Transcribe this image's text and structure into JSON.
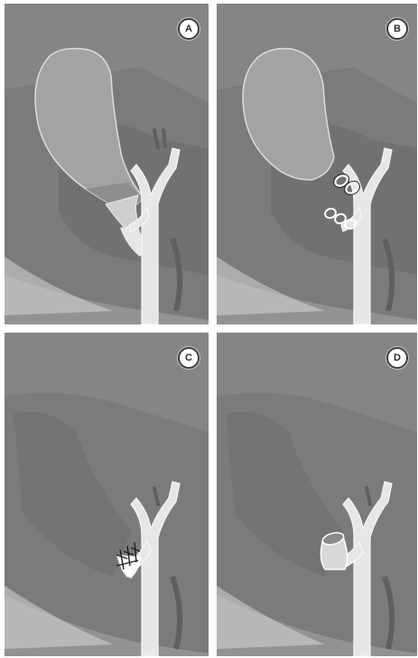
{
  "panels": [
    {
      "id": "A",
      "label": "A"
    },
    {
      "id": "B",
      "label": "B"
    },
    {
      "id": "C",
      "label": "C"
    },
    {
      "id": "D",
      "label": "D"
    }
  ],
  "colors": {
    "background": "#7b7b7b",
    "liver_shadow": "#6a6a6a",
    "gallbladder": "#a3a3a3",
    "duct": "#e6e6e6",
    "duct_outline": "#f7f7f7",
    "highlight": "#d8d8d8",
    "clip": "#ffffff",
    "suture": "#1e1e1e"
  },
  "icons": [
    "gallbladder-shape",
    "bile-duct-tree",
    "surgical-clip-icon",
    "suture-icon",
    "open-stump-icon"
  ]
}
